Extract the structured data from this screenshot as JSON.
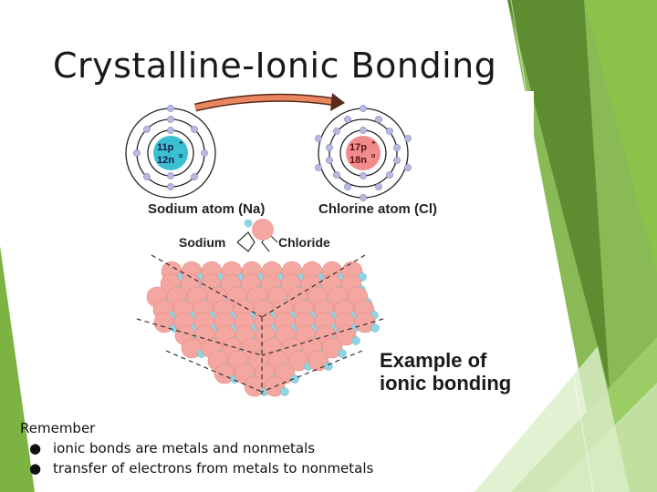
{
  "slide": {
    "title": "Crystalline-Ionic Bonding"
  },
  "figure": {
    "sodium_atom": {
      "protons": "11p",
      "plus": "+",
      "neutrons": "12n",
      "zero": "o",
      "label": "Sodium atom (Na)"
    },
    "chlorine_atom": {
      "protons": "17p",
      "plus": "+",
      "neutrons": "18n",
      "zero": "o",
      "label": "Chlorine atom (Cl)"
    },
    "lattice_labels": {
      "sodium": "Sodium",
      "chloride": "Chloride"
    },
    "caption_line1": "Example of",
    "caption_line2": "ionic bonding"
  },
  "notes": {
    "heading": "Remember",
    "bullets": [
      "ionic bonds are metals and nonmetals",
      "transfer of electrons from metals to nonmetals"
    ],
    "bullet_glyph": "●"
  },
  "colors": {
    "green_dark": "#5e8c31",
    "green_mid": "#7cb342",
    "green_light": "#c5e1a5",
    "arrow": "#e9855f",
    "sodium_nucleus": "#3bbfd1",
    "chlorine_nucleus": "#f08c8c",
    "chloride_ion": "#f4a6a0",
    "sodium_ion": "#8ed6e4"
  }
}
